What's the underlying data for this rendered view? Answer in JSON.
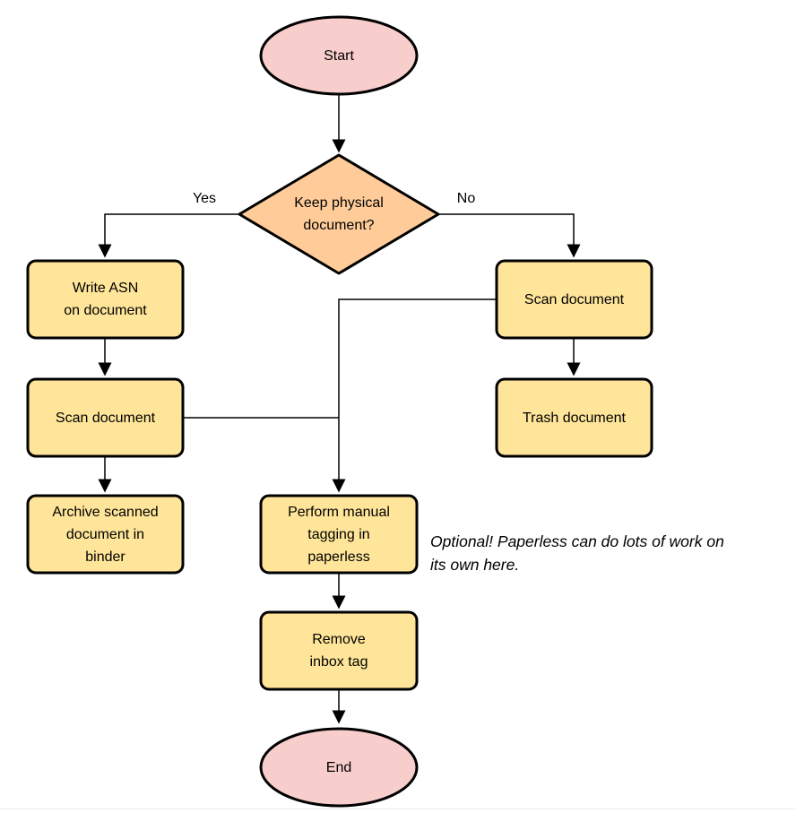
{
  "colors": {
    "terminal-fill": "#f8cecc",
    "decision-fill": "#ffcc99",
    "process-fill": "#ffe599",
    "stroke": "#000000"
  },
  "nodes": {
    "start": {
      "label": "Start"
    },
    "decision": {
      "lines": [
        "Keep physical",
        "document?"
      ]
    },
    "write_asn": {
      "lines": [
        "Write ASN",
        "on document"
      ]
    },
    "scan_left": {
      "lines": [
        "Scan document"
      ]
    },
    "archive": {
      "lines": [
        "Archive scanned",
        "document in",
        "binder"
      ]
    },
    "scan_right": {
      "lines": [
        "Scan document"
      ]
    },
    "trash": {
      "lines": [
        "Trash document"
      ]
    },
    "tagging": {
      "lines": [
        "Perform manual",
        "tagging in",
        "paperless"
      ]
    },
    "remove_inbox": {
      "lines": [
        "Remove",
        "inbox tag"
      ]
    },
    "end": {
      "label": "End"
    }
  },
  "edges": {
    "yes_label": "Yes",
    "no_label": "No"
  },
  "note": {
    "lines": [
      "Optional! Paperless can do lots of work on",
      "its own here."
    ]
  }
}
